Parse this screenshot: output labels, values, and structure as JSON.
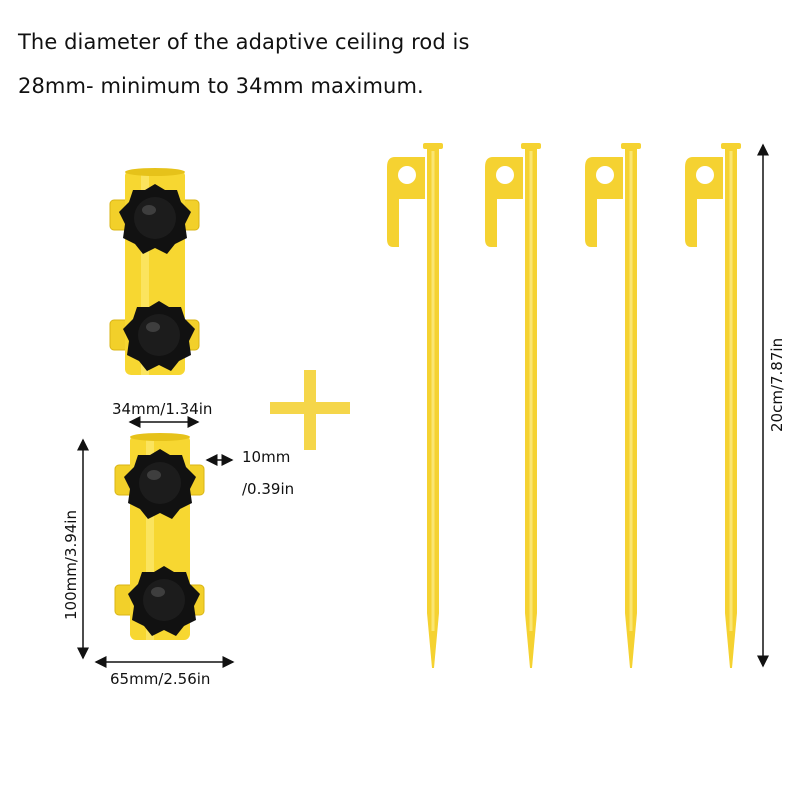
{
  "caption": {
    "line1": "The diameter of the adaptive ceiling rod is",
    "line2": "28mm- minimum to 34mm maximum."
  },
  "dimensions": {
    "inner_diameter": "34mm/1.34in",
    "tab_width_line1": "10mm",
    "tab_width_line2": "/0.39in",
    "height": "100mm/3.94in",
    "width": "65mm/2.56in",
    "stake_length": "20cm/7.87in"
  },
  "colors": {
    "yellow": "#F7D731",
    "yellow_dark": "#E6C21A",
    "knob": "#111111",
    "plus": "#F5D64A"
  }
}
